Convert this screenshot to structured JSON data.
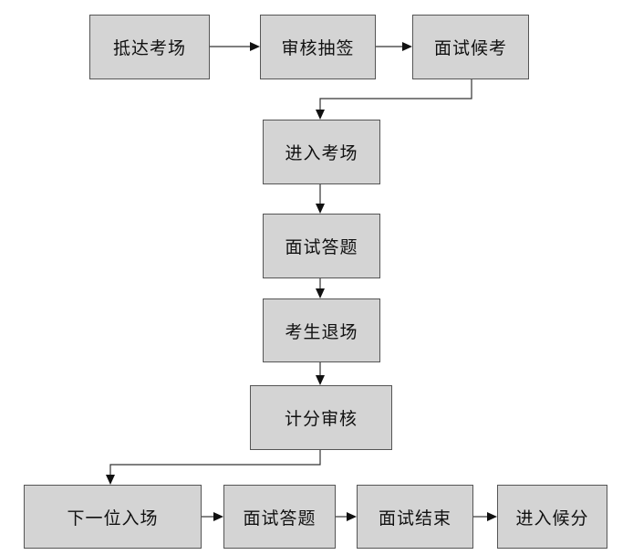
{
  "flowchart": {
    "nodes": [
      {
        "id": "arrive",
        "label": "抵达考场"
      },
      {
        "id": "review-draw",
        "label": "审核抽签"
      },
      {
        "id": "wait-interview",
        "label": "面试候考"
      },
      {
        "id": "enter-room",
        "label": "进入考场"
      },
      {
        "id": "answer-questions",
        "label": "面试答题"
      },
      {
        "id": "candidate-exit",
        "label": "考生退场"
      },
      {
        "id": "score-review",
        "label": "计分审核"
      },
      {
        "id": "next-enter",
        "label": "下一位入场"
      },
      {
        "id": "answer-questions-2",
        "label": "面试答题"
      },
      {
        "id": "interview-end",
        "label": "面试结束"
      },
      {
        "id": "enter-wait-score",
        "label": "进入候分"
      }
    ],
    "edges": [
      [
        "arrive",
        "review-draw"
      ],
      [
        "review-draw",
        "wait-interview"
      ],
      [
        "wait-interview",
        "enter-room"
      ],
      [
        "enter-room",
        "answer-questions"
      ],
      [
        "answer-questions",
        "candidate-exit"
      ],
      [
        "candidate-exit",
        "score-review"
      ],
      [
        "score-review",
        "next-enter"
      ],
      [
        "next-enter",
        "answer-questions-2"
      ],
      [
        "answer-questions-2",
        "interview-end"
      ],
      [
        "interview-end",
        "enter-wait-score"
      ]
    ]
  }
}
